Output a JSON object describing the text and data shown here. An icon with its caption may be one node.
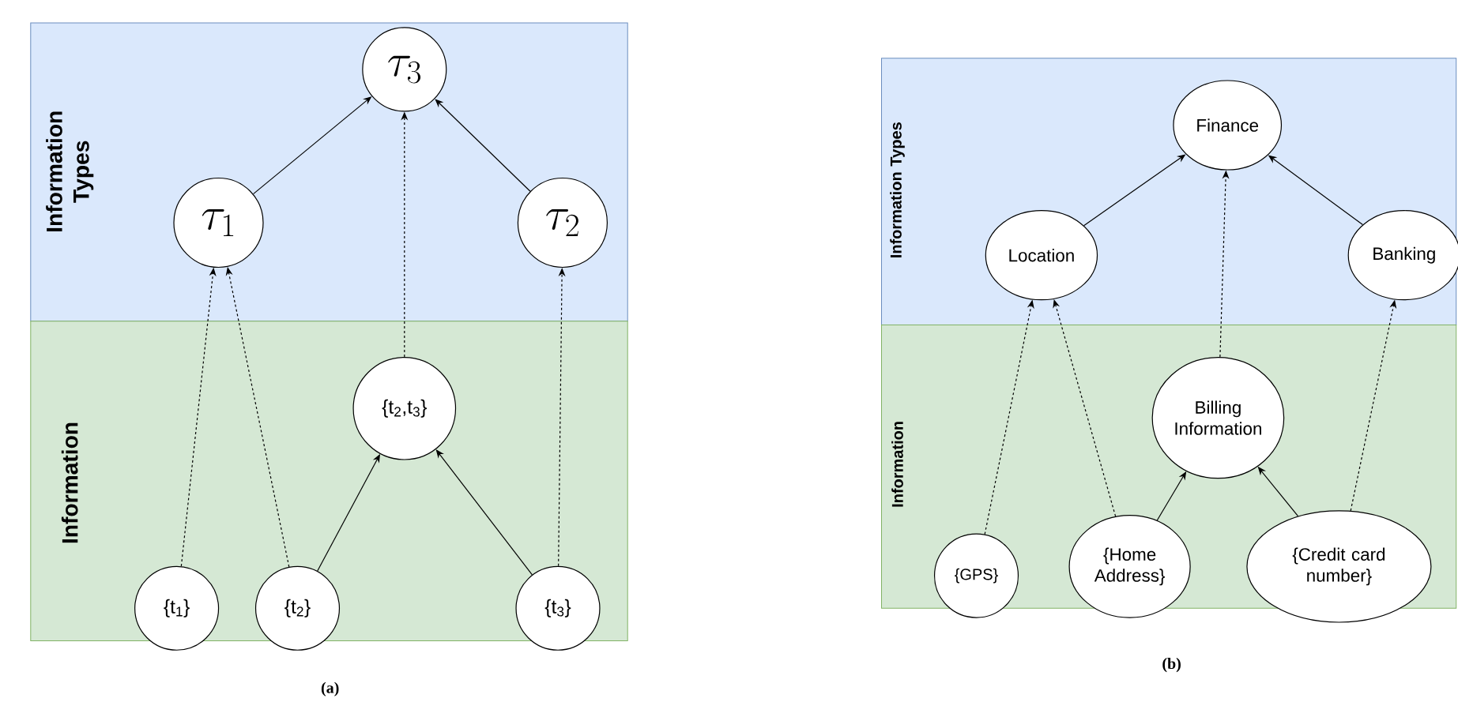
{
  "diagram": {
    "nodes": [
      {
        "text": [
          "Information Types"
        ]
      },
      {
        "text": [
          "\\tau_3"
        ],
        "in": 0
      },
      {
        "text": [
          "\\tau_1"
        ],
        "in": 0
      },
      {
        "text": [
          "\\tau_2"
        ],
        "in": 0
      },
      {
        "text": [
          "Information"
        ]
      },
      {
        "text": [
          "{t$_{2}$,t$_{3}$}"
        ],
        "in": 4
      },
      {
        "text": [
          "{t$_{1}$}"
        ],
        "in": 4
      },
      {
        "text": [
          "{t$_{2}$}"
        ],
        "in": 4
      },
      {
        "text": [
          "{t$_{3}$}"
        ],
        "in": 4
      },
      {
        "text": [
          "Information Types"
        ]
      },
      {
        "text": [
          "Finance"
        ],
        "in": 9
      },
      {
        "text": [
          "Location"
        ],
        "in": 9
      },
      {
        "text": [
          "Banking"
        ],
        "in": 9
      },
      {
        "text": [
          "Information"
        ]
      },
      {
        "text": [
          "Billing Information"
        ],
        "in": 13
      },
      {
        "text": [
          "{GPS}"
        ],
        "in": 13
      },
      {
        "text": [
          "{Home Address}"
        ],
        "in": 13
      },
      {
        "text": [
          "{Credit card number}"
        ],
        "in": 13
      }
    ],
    "edges": [
      {
        "from": 2,
        "to": 1,
        "arrow": "to"
      },
      {
        "from": 3,
        "to": 1,
        "arrow": "to"
      },
      {
        "from": 5,
        "to": 1,
        "arrow": "to",
        "style": "dashed"
      },
      {
        "from": 6,
        "to": 2,
        "arrow": "to",
        "style": "dashed"
      },
      {
        "from": 7,
        "to": 2,
        "arrow": "to",
        "style": "dashed"
      },
      {
        "from": 7,
        "to": 5,
        "arrow": "to"
      },
      {
        "from": 8,
        "to": 5,
        "arrow": "to"
      },
      {
        "from": 8,
        "to": 3,
        "arrow": "to",
        "style": "dashed"
      },
      {
        "from": 11,
        "to": 10,
        "arrow": "to"
      },
      {
        "from": 12,
        "to": 10,
        "arrow": "to"
      },
      {
        "from": 14,
        "to": 10,
        "arrow": "to",
        "style": "dashed"
      },
      {
        "from": 15,
        "to": 11,
        "arrow": "to",
        "style": "dashed"
      },
      {
        "from": 16,
        "to": 11,
        "arrow": "to",
        "style": "dashed"
      },
      {
        "from": 16,
        "to": 14,
        "arrow": "to"
      },
      {
        "from": 17,
        "to": 14,
        "arrow": "to"
      },
      {
        "from": 17,
        "to": 12,
        "arrow": "to",
        "style": "dashed"
      }
    ],
    "labels": [
      "(a)",
      "(b)"
    ]
  }
}
